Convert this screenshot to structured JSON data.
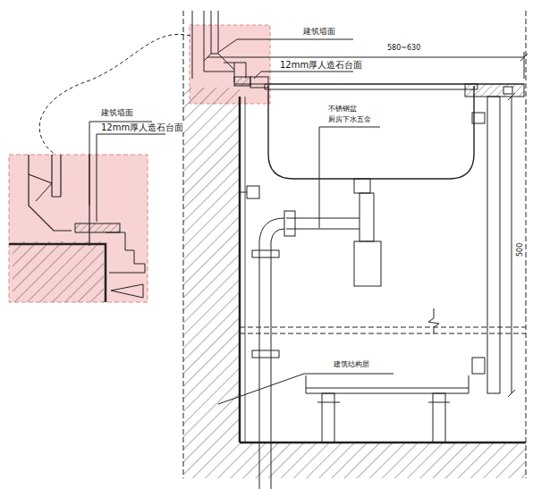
{
  "diagram": {
    "labels": [
      "建筑墙面",
      "12mm厚人造石台面",
      "580~630",
      "不锈钢盆",
      "厨房下水五金",
      "500",
      "建筑结构层",
      "建筑墙面",
      "12mm厚人造石台面"
    ]
  }
}
